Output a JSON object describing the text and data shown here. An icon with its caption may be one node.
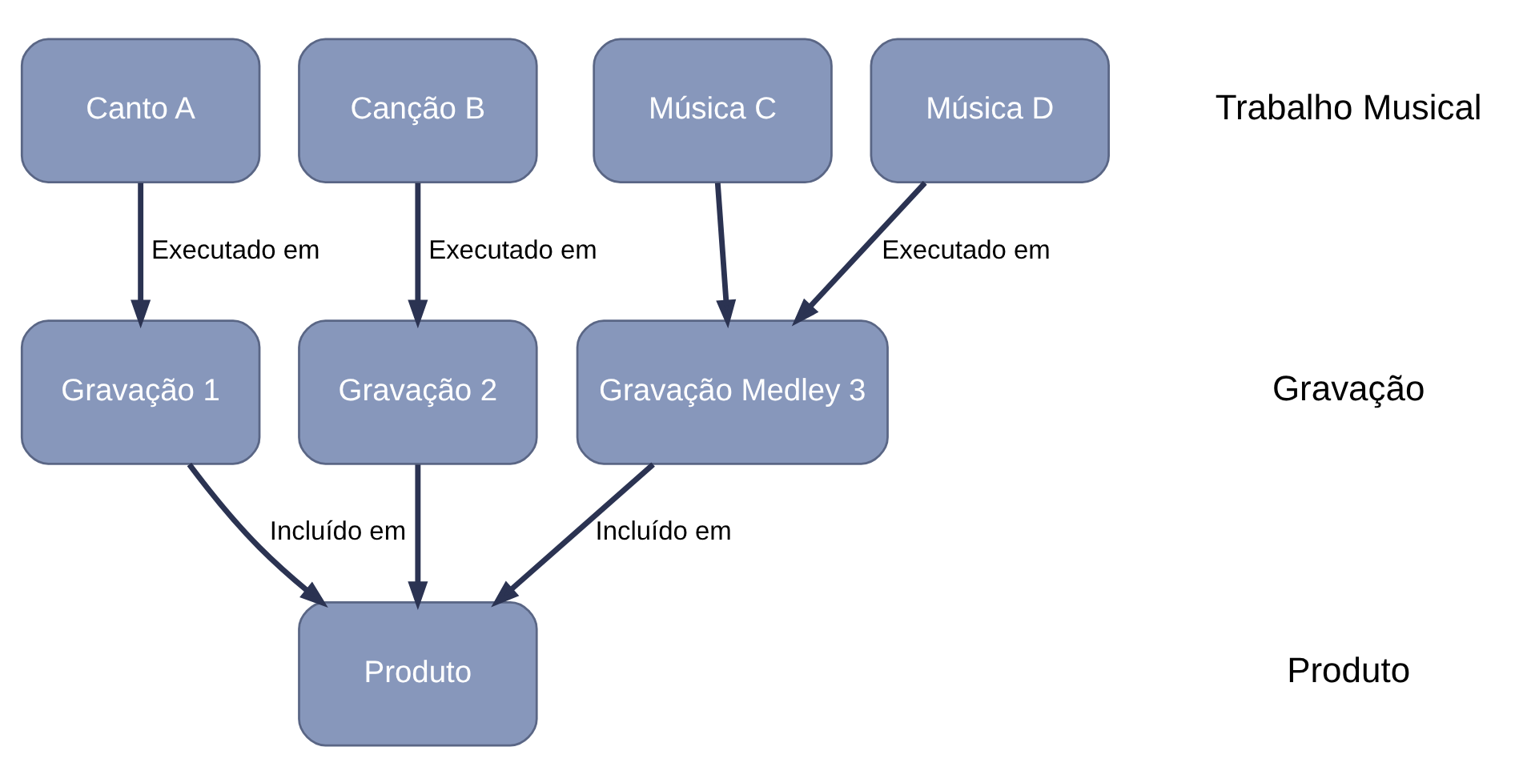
{
  "diagram": {
    "nodes": [
      {
        "text": [
          "Canto A"
        ]
      },
      {
        "text": [
          "Canção B"
        ]
      },
      {
        "text": [
          "Música C"
        ]
      },
      {
        "text": [
          "Música D"
        ]
      },
      {
        "text": [
          "Gravação 1"
        ]
      },
      {
        "text": [
          "Gravação 2"
        ]
      },
      {
        "text": [
          "Gravação Medley 3"
        ]
      },
      {
        "text": [
          "Produto"
        ]
      }
    ],
    "edges": [
      {
        "from": 0,
        "to": 4,
        "arrow": "to",
        "label": "Executado em"
      },
      {
        "from": 1,
        "to": 5,
        "arrow": "to",
        "label": "Executado em"
      },
      {
        "from": 2,
        "to": 6,
        "arrow": "to"
      },
      {
        "from": 3,
        "to": 6,
        "arrow": "to",
        "label": "Executado em"
      },
      {
        "from": 4,
        "to": 7,
        "arrow": "to",
        "label": "Incluído em"
      },
      {
        "from": 5,
        "to": 7,
        "arrow": "to"
      },
      {
        "from": 6,
        "to": 7,
        "arrow": "to",
        "label": "Incluído em"
      }
    ],
    "labels": [
      "Trabalho Musical",
      "Gravação",
      "Produto"
    ]
  }
}
